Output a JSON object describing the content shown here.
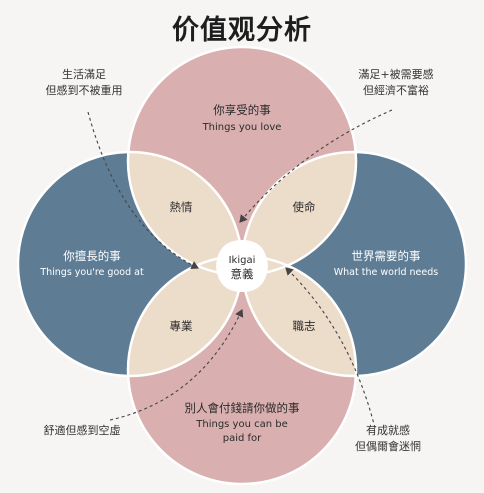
{
  "title": "价值观分析",
  "circles": {
    "top": {
      "cn": "你享受的事",
      "en": "Things you love",
      "color": "#d9afaf"
    },
    "left": {
      "cn": "你擅長的事",
      "en": "Things you're good at",
      "color": "#5e7d95"
    },
    "right": {
      "cn": "世界需要的事",
      "en": "What the world needs",
      "color": "#5e7d95"
    },
    "bottom": {
      "cn": "別人會付錢請你做的事",
      "en_line1": "Things you can be",
      "en_line2": "paid for",
      "color": "#d9afaf"
    }
  },
  "overlaps": {
    "top_left": "熱情",
    "top_right": "使命",
    "bottom_left": "專業",
    "bottom_right": "職志",
    "overlap_color": "#ecdcca"
  },
  "center": {
    "en": "Ikigai",
    "cn": "意義"
  },
  "notes": {
    "top_left": {
      "line1": "生活滿足",
      "line2": "但感到不被重用"
    },
    "top_right": {
      "line1": "滿足+被需要感",
      "line2": "但經濟不富裕"
    },
    "bottom_left": {
      "line1": "舒適但感到空虛"
    },
    "bottom_right": {
      "line1": "有成就感",
      "line2": "但偶爾會迷惘"
    }
  }
}
